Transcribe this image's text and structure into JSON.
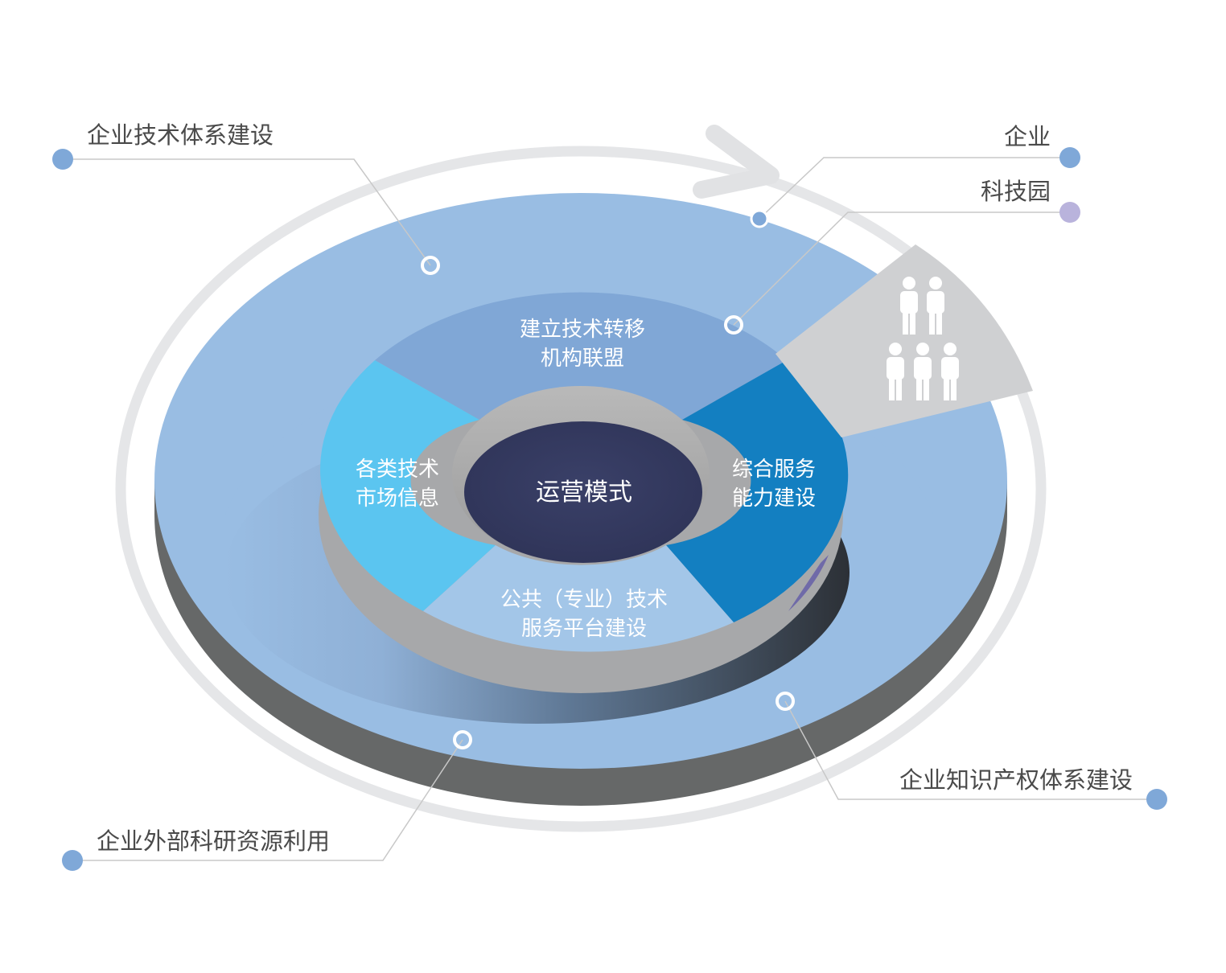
{
  "diagram": {
    "center": {
      "label": "运营模式"
    },
    "segments": {
      "top": {
        "line1": "建立技术转移",
        "line2": "机构联盟"
      },
      "left": {
        "line1": "各类技术",
        "line2": "市场信息"
      },
      "right": {
        "line1": "综合服务",
        "line2": "能力建设"
      },
      "bottom": {
        "line1": "公共（专业）技术",
        "line2": "服务平台建设"
      }
    },
    "callouts": {
      "tech_system": "企业技术体系建设",
      "enterprise": "企业",
      "science_park": "科技园",
      "ip_system": "企业知识产权体系建设",
      "external_resources": "企业外部科研资源利用"
    },
    "icons": {
      "people_group": "people-group-icon",
      "cycle_arrow": "cycle-arrow-icon"
    },
    "colors": {
      "outer_ring": "#99bde3",
      "ring_side": "#666868",
      "segment_top": "#80a7d6",
      "segment_left": "#5bc5f0",
      "segment_right": "#137fc1",
      "segment_bottom": "#a3c6e8",
      "center": "#34395e",
      "dot_blue": "#7fa8d8",
      "dot_purple": "#b9b3dc",
      "wedge": "#cfd0d2"
    }
  }
}
